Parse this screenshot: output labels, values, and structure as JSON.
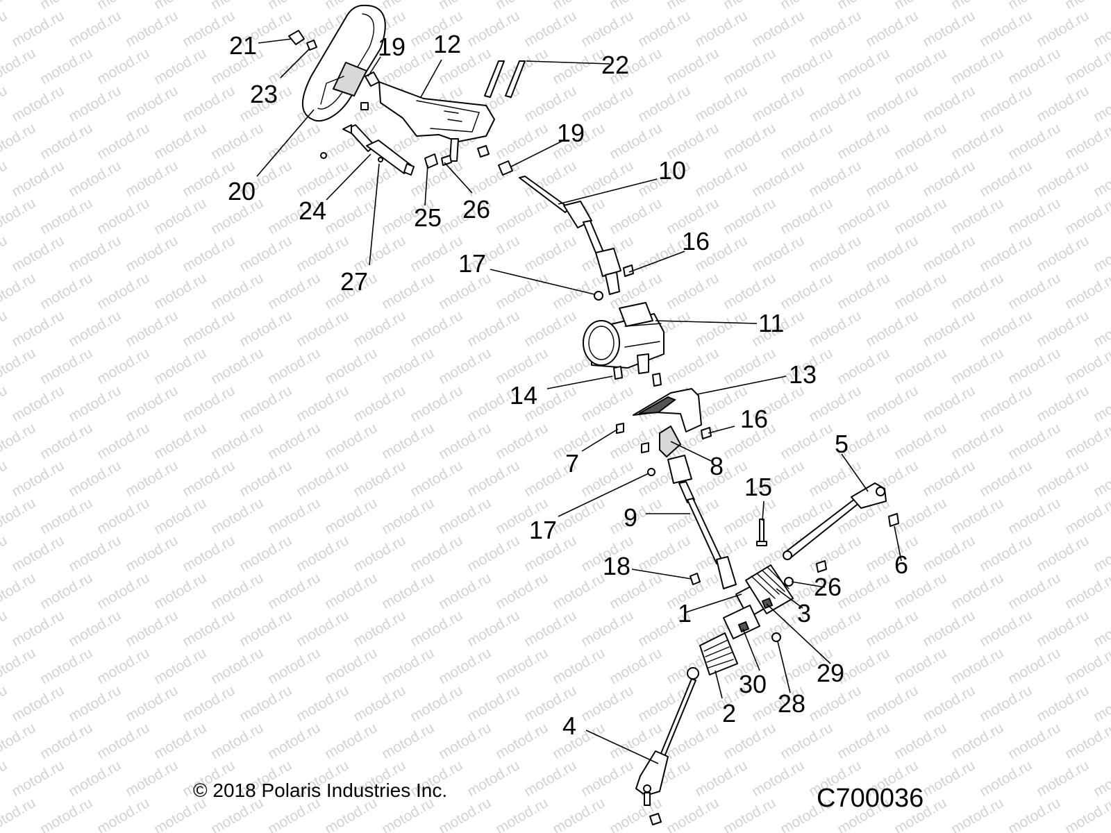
{
  "watermark": "motod.ru",
  "copyright": "© 2018 Polaris Industries Inc.",
  "diagram_code": "C700036",
  "callouts": {
    "c1": "1",
    "c2": "2",
    "c3": "3",
    "c4": "4",
    "c5": "5",
    "c6": "6",
    "c7": "7",
    "c8": "8",
    "c9": "9",
    "c10": "10",
    "c11": "11",
    "c12": "12",
    "c13": "13",
    "c14": "14",
    "c15": "15",
    "c16a": "16",
    "c16b": "16",
    "c17a": "17",
    "c17b": "17",
    "c18": "18",
    "c19a": "19",
    "c19b": "19",
    "c20": "20",
    "c21": "21",
    "c22": "22",
    "c23": "23",
    "c24": "24",
    "c25": "25",
    "c26a": "26",
    "c26b": "26",
    "c27": "27",
    "c28": "28",
    "c29": "29",
    "c30": "30"
  }
}
